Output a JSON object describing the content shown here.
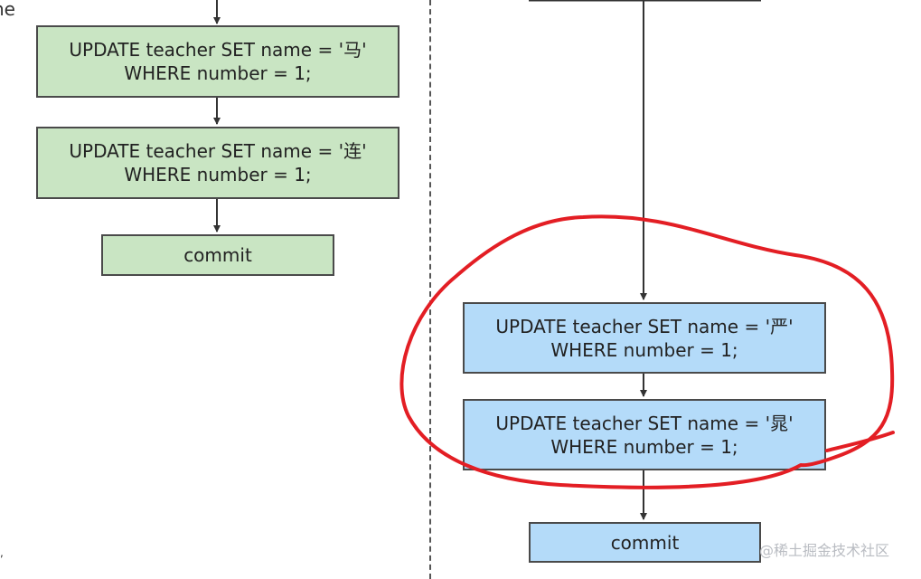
{
  "cropped_text_top_left": "ne",
  "cropped_mark_bottom_left": ",",
  "left_flow": {
    "boxes": [
      {
        "line1": "UPDATE teacher  SET name = '马'",
        "line2": "WHERE number = 1;"
      },
      {
        "line1": "UPDATE teacher  SET name = '连'",
        "line2": "WHERE number = 1;"
      }
    ],
    "commit_label": "commit",
    "fill_color": "#c9e5c3"
  },
  "right_flow": {
    "boxes": [
      {
        "line1": "UPDATE teacher  SET name = '严'",
        "line2": "WHERE number = 1;"
      },
      {
        "line1": "UPDATE teacher  SET name = '晁'",
        "line2": "WHERE number = 1;"
      }
    ],
    "commit_label": "commit",
    "fill_color": "#b4dbf9"
  },
  "highlight": {
    "shape": "hand-drawn-ellipse",
    "color": "#e31e24",
    "encloses": "right_flow.boxes"
  },
  "watermark": "@稀土掘金技术社区"
}
